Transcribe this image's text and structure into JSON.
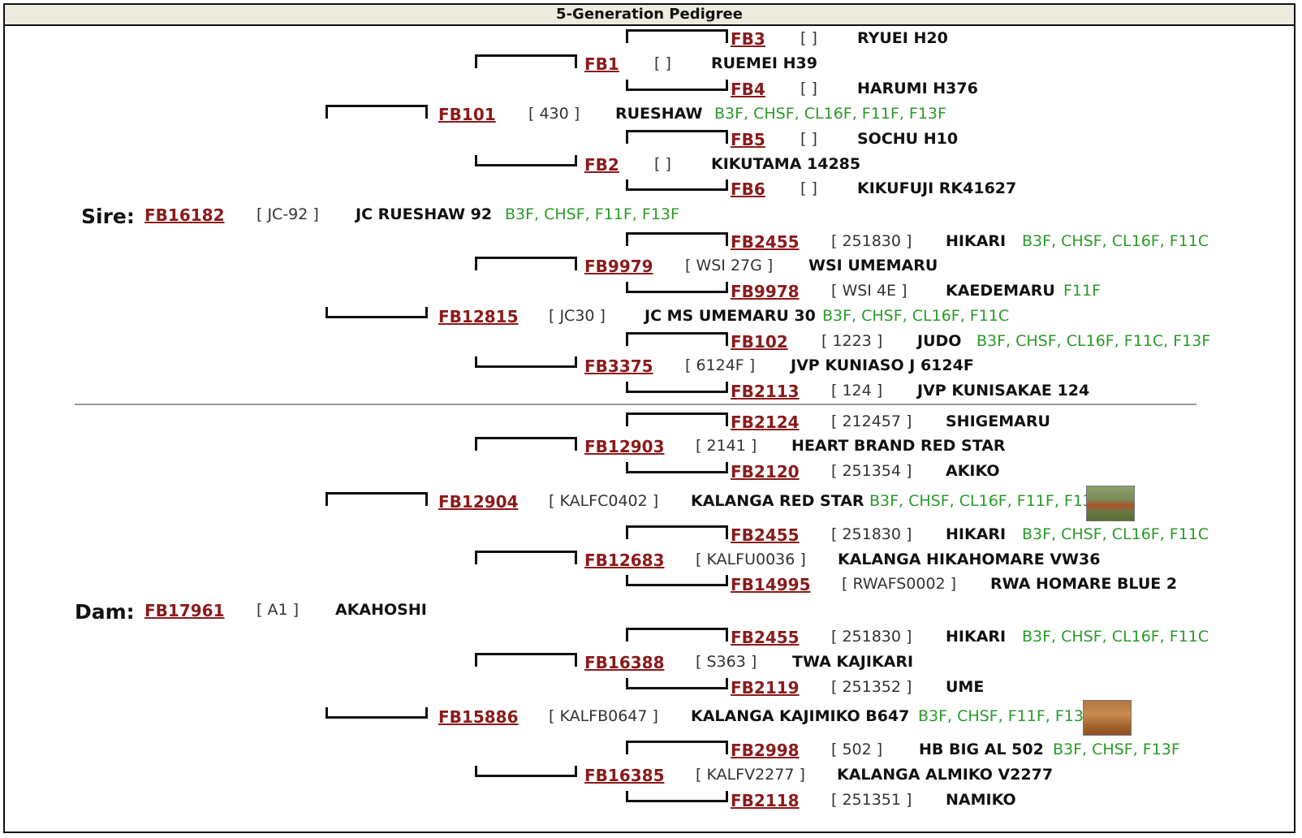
{
  "title": "5-Generation Pedigree",
  "sire_label": "Sire:",
  "dam_label": "Dam:",
  "animals": [
    {
      "id": "FB3",
      "reg": "[ ]",
      "name": "RYUEI H20",
      "genes": ""
    },
    {
      "id": "FB1",
      "reg": "[ ]",
      "name": "RUEMEI H39",
      "genes": ""
    },
    {
      "id": "FB4",
      "reg": "[ ]",
      "name": "HARUMI H376",
      "genes": ""
    },
    {
      "id": "FB101",
      "reg": "[ 430 ]",
      "name": "RUESHAW",
      "genes": "B3F, CHSF, CL16F, F11F, F13F"
    },
    {
      "id": "FB5",
      "reg": "[ ]",
      "name": "SOCHU H10",
      "genes": ""
    },
    {
      "id": "FB2",
      "reg": "[ ]",
      "name": "KIKUTAMA 14285",
      "genes": ""
    },
    {
      "id": "FB6",
      "reg": "[ ]",
      "name": "KIKUFUJI RK41627",
      "genes": ""
    },
    {
      "id": "FB16182",
      "reg": "[ JC-92 ]",
      "name": "JC RUESHAW 92",
      "genes": "B3F, CHSF, F11F, F13F"
    },
    {
      "id": "FB2455",
      "reg": "[ 251830 ]",
      "name": "HIKARI",
      "genes": "B3F, CHSF, CL16F, F11C"
    },
    {
      "id": "FB9979",
      "reg": "[ WSI 27G ]",
      "name": "WSI UMEMARU",
      "genes": ""
    },
    {
      "id": "FB9978",
      "reg": "[ WSI 4E ]",
      "name": "KAEDEMARU",
      "genes": "F11F"
    },
    {
      "id": "FB12815",
      "reg": "[ JC30 ]",
      "name": "JC MS UMEMARU 30",
      "genes": "B3F, CHSF, CL16F, F11C"
    },
    {
      "id": "FB102",
      "reg": "[ 1223 ]",
      "name": "JUDO",
      "genes": "B3F, CHSF, CL16F, F11C, F13F"
    },
    {
      "id": "FB3375",
      "reg": "[ 6124F ]",
      "name": "JVP KUNIASO J 6124F",
      "genes": ""
    },
    {
      "id": "FB2113",
      "reg": "[ 124 ]",
      "name": "JVP KUNISAKAE 124",
      "genes": ""
    },
    {
      "id": "FB2124",
      "reg": "[ 212457 ]",
      "name": "SHIGEMARU",
      "genes": ""
    },
    {
      "id": "FB12903",
      "reg": "[ 2141 ]",
      "name": "HEART BRAND RED STAR",
      "genes": ""
    },
    {
      "id": "FB2120",
      "reg": "[ 251354 ]",
      "name": "AKIKO",
      "genes": ""
    },
    {
      "id": "FB12904",
      "reg": "[ KALFC0402 ]",
      "name": "KALANGA RED STAR",
      "genes": "B3F, CHSF, CL16F, F11F, F13F"
    },
    {
      "id": "FB2455",
      "reg": "[ 251830 ]",
      "name": "HIKARI",
      "genes": "B3F, CHSF, CL16F, F11C"
    },
    {
      "id": "FB12683",
      "reg": "[ KALFU0036 ]",
      "name": "KALANGA HIKAHOMARE VW36",
      "genes": ""
    },
    {
      "id": "FB14995",
      "reg": "[ RWAFS0002 ]",
      "name": "RWA HOMARE BLUE 2",
      "genes": ""
    },
    {
      "id": "FB17961",
      "reg": "[ A1 ]",
      "name": "AKAHOSHI",
      "genes": ""
    },
    {
      "id": "FB2455",
      "reg": "[ 251830 ]",
      "name": "HIKARI",
      "genes": "B3F, CHSF, CL16F, F11C"
    },
    {
      "id": "FB16388",
      "reg": "[ S363 ]",
      "name": "TWA KAJIKARI",
      "genes": ""
    },
    {
      "id": "FB2119",
      "reg": "[ 251352 ]",
      "name": "UME",
      "genes": ""
    },
    {
      "id": "FB15886",
      "reg": "[ KALFB0647 ]",
      "name": "KALANGA KAJIMIKO B647",
      "genes": "B3F, CHSF, F11F, F13F"
    },
    {
      "id": "FB2998",
      "reg": "[ 502 ]",
      "name": "HB BIG AL 502",
      "genes": "B3F, CHSF, F13F"
    },
    {
      "id": "FB16385",
      "reg": "[ KALFV2277 ]",
      "name": "KALANGA ALMIKO V2277",
      "genes": ""
    },
    {
      "id": "FB2118",
      "reg": "[ 251351 ]",
      "name": "NAMIKO",
      "genes": ""
    }
  ]
}
